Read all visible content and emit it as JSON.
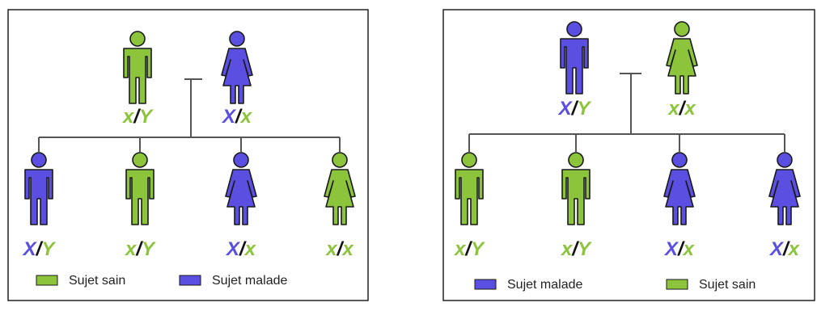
{
  "colors": {
    "sain": "#8cc43c",
    "malade": "#5a4fe0",
    "frame": "#222222",
    "line": "#555555"
  },
  "panels": [
    {
      "parents": [
        {
          "sex": "male",
          "status": "sain",
          "geno": {
            "a": "x",
            "b": "Y"
          }
        },
        {
          "sex": "female",
          "status": "malade",
          "geno": {
            "a": "X",
            "b": "x"
          }
        }
      ],
      "children": [
        {
          "sex": "male",
          "status": "malade",
          "geno": {
            "a": "X",
            "b": "Y"
          }
        },
        {
          "sex": "male",
          "status": "sain",
          "geno": {
            "a": "x",
            "b": "Y"
          }
        },
        {
          "sex": "female",
          "status": "malade",
          "geno": {
            "a": "X",
            "b": "x"
          }
        },
        {
          "sex": "female",
          "status": "sain",
          "geno": {
            "a": "x",
            "b": "x"
          }
        }
      ],
      "legend": [
        {
          "status": "sain",
          "label": "Sujet sain"
        },
        {
          "status": "malade",
          "label": "Sujet malade"
        }
      ]
    },
    {
      "parents": [
        {
          "sex": "male",
          "status": "malade",
          "geno": {
            "a": "X",
            "b": "Y"
          }
        },
        {
          "sex": "female",
          "status": "sain",
          "geno": {
            "a": "x",
            "b": "x"
          }
        }
      ],
      "children": [
        {
          "sex": "male",
          "status": "sain",
          "geno": {
            "a": "x",
            "b": "Y"
          }
        },
        {
          "sex": "male",
          "status": "sain",
          "geno": {
            "a": "x",
            "b": "Y"
          }
        },
        {
          "sex": "female",
          "status": "malade",
          "geno": {
            "a": "X",
            "b": "x"
          }
        },
        {
          "sex": "female",
          "status": "malade",
          "geno": {
            "a": "X",
            "b": "x"
          }
        }
      ],
      "legend": [
        {
          "status": "malade",
          "label": "Sujet malade"
        },
        {
          "status": "sain",
          "label": "Sujet sain"
        }
      ]
    }
  ]
}
